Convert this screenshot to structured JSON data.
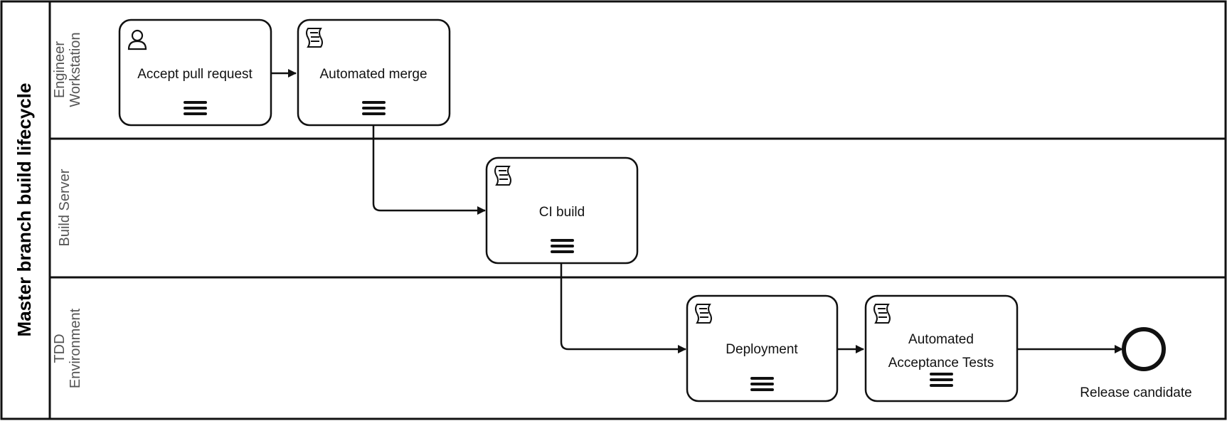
{
  "pool": {
    "title": "Master branch build lifecycle"
  },
  "lanes": [
    {
      "title_line1": "Engineer",
      "title_line2": "Workstation"
    },
    {
      "title_line1": "Build Server",
      "title_line2": ""
    },
    {
      "title_line1": "TDD",
      "title_line2": "Environment"
    }
  ],
  "tasks": [
    {
      "id": "accept",
      "label_line1": "Accept pull request",
      "label_line2": "",
      "type_icon": "user-task-icon",
      "marker_icon": "sequential-multi-instance-icon"
    },
    {
      "id": "merge",
      "label_line1": "Automated merge",
      "label_line2": "",
      "type_icon": "script-task-icon",
      "marker_icon": "sequential-multi-instance-icon"
    },
    {
      "id": "ci",
      "label_line1": "CI build",
      "label_line2": "",
      "type_icon": "script-task-icon",
      "marker_icon": "sequential-multi-instance-icon"
    },
    {
      "id": "deploy",
      "label_line1": "Deployment",
      "label_line2": "",
      "type_icon": "script-task-icon",
      "marker_icon": "sequential-multi-instance-icon"
    },
    {
      "id": "acceptance",
      "label_line1": "Automated",
      "label_line2": "Acceptance Tests",
      "type_icon": "script-task-icon",
      "marker_icon": "sequential-multi-instance-icon"
    }
  ],
  "end_event": {
    "label": "Release candidate",
    "icon": "end-event-icon"
  },
  "colors": {
    "stroke": "#111111",
    "lane_text": "#555555",
    "background": "#ffffff"
  }
}
